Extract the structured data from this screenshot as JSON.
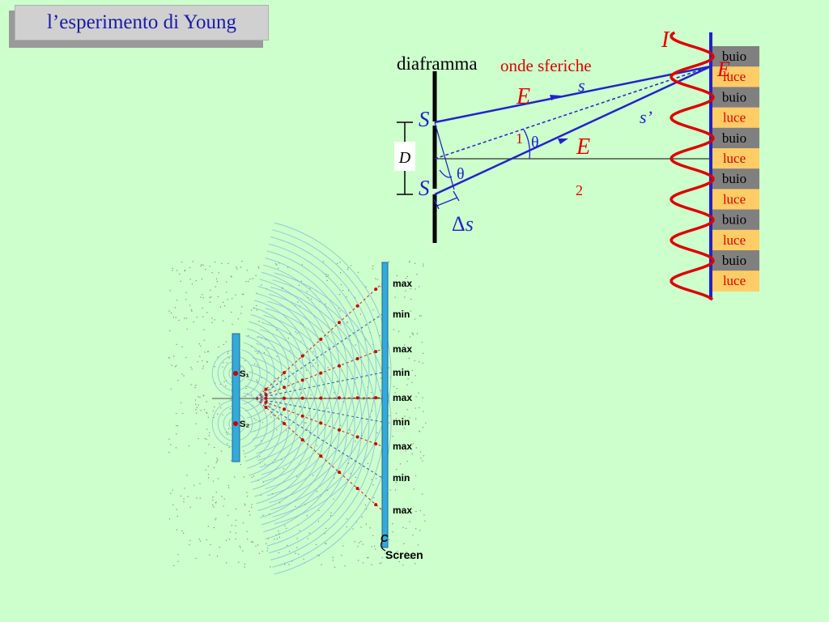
{
  "title": "l’esperimento di Young",
  "top_diagram": {
    "diaframma_label": "diaframma",
    "onde_label": "onde sferiche",
    "field_label": "E",
    "intensity_label": "I",
    "source_label": "S",
    "distance_label": "D",
    "angle_label": "θ",
    "path_s_label": "s",
    "path_s_prime_label": "s’",
    "delta_label": "Δ",
    "delta_s_label": "s",
    "ray1_label": "1",
    "ray2_label": "2",
    "bands": [
      "buio",
      "luce",
      "buio",
      "luce",
      "buio",
      "luce",
      "buio",
      "luce",
      "buio",
      "luce",
      "buio",
      "luce"
    ],
    "colors": {
      "dark_band": "#808080",
      "light_band": "#ffcc66",
      "ray": "#2222cc",
      "wave": "#e00000",
      "red_text": "#e00000"
    }
  },
  "bottom_diagram": {
    "slit_labels": [
      "S₁",
      "S₂"
    ],
    "screen_marks": [
      "max",
      "min",
      "max",
      "min",
      "max",
      "min",
      "max",
      "min",
      "max"
    ],
    "screen_letter": "C",
    "screen_label": "Screen"
  }
}
